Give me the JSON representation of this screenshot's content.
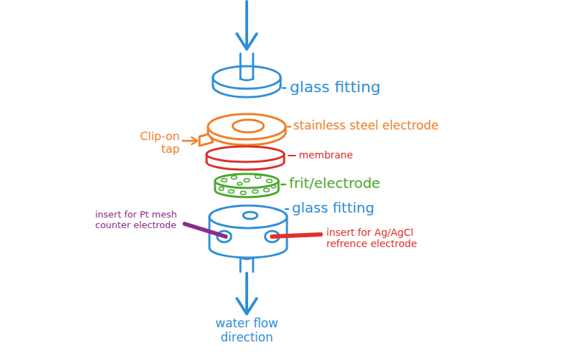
{
  "diagram": {
    "labels": [
      "glass fitting",
      "stainless steel electrode",
      "Clip-on tap",
      "membrane",
      "frit/electrode",
      "glass fitting",
      "insert for Pt mesh counter electrode",
      "insert for Ag/AgCl refrence electrode",
      "water flow direction"
    ]
  }
}
